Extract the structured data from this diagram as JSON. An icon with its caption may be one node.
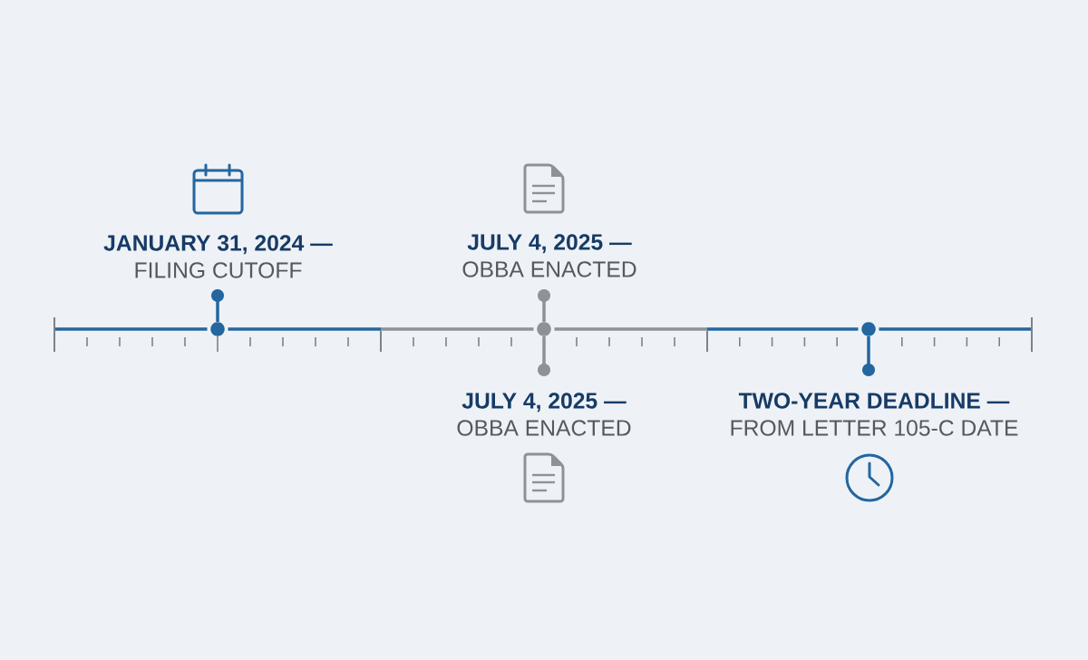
{
  "diagram": {
    "nodes": [
      {
        "text": [
          "JANUARY 31, 2024 —",
          "FILING CUTOFF"
        ]
      },
      {
        "text": [
          "JULY 4, 2025 —",
          "OBBA ENACTED"
        ]
      },
      {
        "text": [],
        "shape": "circle"
      },
      {
        "text": [],
        "shape": "circle"
      },
      {
        "text": [],
        "shape": "circle"
      },
      {
        "text": [
          "JULY 4, 2025 —",
          "OBBA ENACTED"
        ]
      },
      {
        "text": [
          "TWO-YEAR DEADLINE —",
          "FROM LETTER 105-C DATE"
        ]
      }
    ],
    "edges": [
      {
        "from": 0,
        "to": 2,
        "arrow": "other",
        "color": "#2366a0"
      },
      {
        "from": 1,
        "to": 3,
        "arrow": "other",
        "color": "#8d9297"
      },
      {
        "from": 5,
        "to": 3,
        "arrow": "other",
        "color": "#8d9297"
      },
      {
        "from": 6,
        "to": 4,
        "arrow": "other",
        "color": "#2366a0"
      }
    ]
  }
}
